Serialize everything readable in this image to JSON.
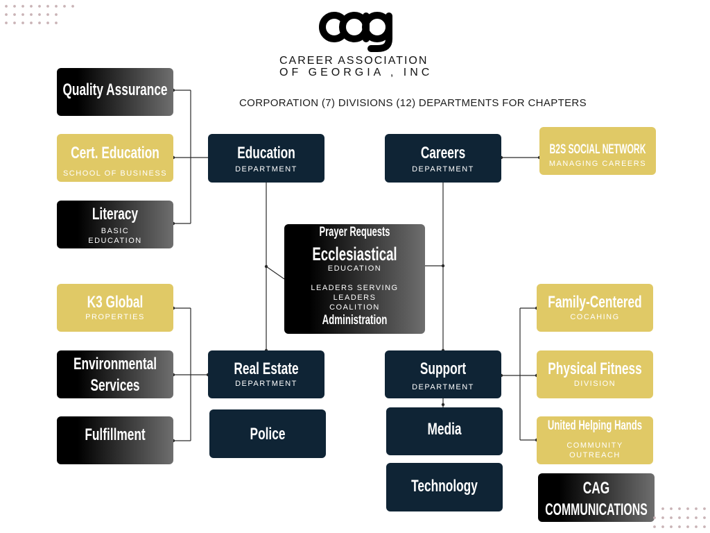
{
  "header": {
    "logo_text": "cag",
    "org_name_line1": "CAREER ASSOCIATION",
    "org_name_line2": "OF GEORGIA , INC",
    "subtitle": "CORPORATION (7) DIVISIONS (12) DEPARTMENTS FOR CHAPTERS"
  },
  "colors": {
    "navy": "#0f2435",
    "gold": "#e0c966",
    "dark_gradient_start": "#000000",
    "dark_gradient_end": "#6e6e6e",
    "connector": "#2a2a2a",
    "decor_dots": "#c9b3b6"
  },
  "nodes": {
    "quality_assurance": {
      "title": "Quality Assurance"
    },
    "cert_education": {
      "title": "Cert. Education",
      "subtitle": "SCHOOL OF BUSINESS"
    },
    "literacy": {
      "title": "Literacy",
      "subtitle_lines": [
        "BASIC",
        "EDUCATION"
      ]
    },
    "k3_global": {
      "title": "K3 Global",
      "subtitle": "PROPERTIES"
    },
    "environmental_services": {
      "title_lines": [
        "Environmental",
        "Services"
      ]
    },
    "fulfillment": {
      "title": "Fulfillment"
    },
    "education": {
      "title": "Education",
      "subtitle": "DEPARTMENT"
    },
    "real_estate": {
      "title": "Real Estate",
      "subtitle": "DEPARTMENT"
    },
    "police": {
      "title": "Police"
    },
    "ecclesiastical": {
      "top_line": "Prayer Requests",
      "title": "Ecclesiastical",
      "subtitle": "EDUCATION",
      "body_lines": [
        "LEADERS SERVING",
        "LEADERS",
        "COALITION"
      ],
      "bottom_line": "Administration"
    },
    "careers": {
      "title": "Careers",
      "subtitle": "DEPARTMENT"
    },
    "support": {
      "title": "Support",
      "subtitle": "DEPARTMENT"
    },
    "media": {
      "title": "Media"
    },
    "technology": {
      "title": "Technology"
    },
    "b2s_social_network": {
      "title": "B2S SOCIAL NETWORK",
      "subtitle": "MANAGING CAREERS"
    },
    "family_centered": {
      "title": "Family-Centered",
      "subtitle": "COCAHING"
    },
    "physical_fitness": {
      "title": "Physical Fitness",
      "subtitle": "DIVISION"
    },
    "united_helping_hands": {
      "title": "United Helping Hands",
      "subtitle_lines": [
        "COMMUNITY",
        "OUTREACH"
      ]
    },
    "cag_communications": {
      "title_lines": [
        "CAG",
        "COMMUNICATIONS"
      ]
    }
  }
}
